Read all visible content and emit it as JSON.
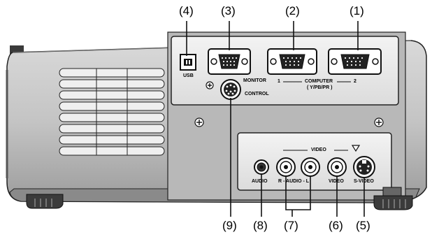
{
  "callouts": [
    "(1)",
    "(2)",
    "(3)",
    "(4)",
    "(5)",
    "(6)",
    "(7)",
    "(8)",
    "(9)"
  ],
  "labels": {
    "usb": "USB",
    "monitor": "MONITOR",
    "control": "CONTROL",
    "computer_1": "1",
    "computer": "COMPUTER",
    "computer_2": "2",
    "computer_sub": "( Y/PB/PR )",
    "video_header": "VIDEO",
    "audio": "AUDIO",
    "audio_lr": "R - AUDIO - L",
    "video": "VIDEO",
    "svideo": "S-VIDEO"
  },
  "icons": [
    "usb-b-port-icon",
    "vga-port-icon",
    "mini-din-port-icon",
    "rca-jack-icon",
    "s-video-port-icon",
    "screw-icon",
    "triangle-marker-icon"
  ]
}
